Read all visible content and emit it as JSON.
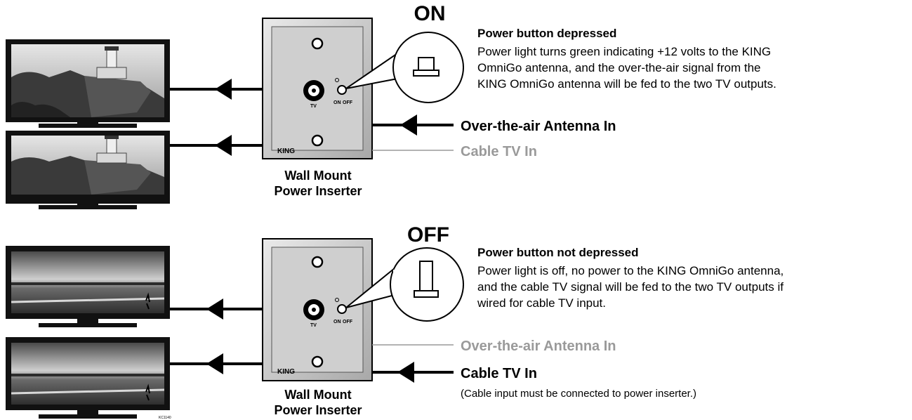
{
  "colors": {
    "line_active": "#000000",
    "line_inactive": "#9a9a9a",
    "plate_fill": "#d0d0d0",
    "plate_inner": "#b7b7b7",
    "screen_bg": "#6b6b6b"
  },
  "panel_on": {
    "state_label": "ON",
    "heading": "Power button depressed",
    "description_lines": [
      "Power light turns green indicating +12 volts to the KING",
      "OmniGo antenna, and the over-the-air signal from the",
      "KING OmniGo antenna will be fed to the two TV outputs."
    ],
    "input_active": "Over-the-air Antenna In",
    "input_inactive": "Cable TV In",
    "plate_caption_line1": "Wall Mount",
    "plate_caption_line2": "Power Inserter",
    "plate_brand": "KING",
    "jack_label": "TV",
    "switch_on_label": "ON",
    "switch_off_label": "OFF",
    "tv_scene": "lighthouse-on-cliff"
  },
  "panel_off": {
    "state_label": "OFF",
    "heading": "Power button not depressed",
    "description_lines": [
      "Power light is off, no power to the KING OmniGo antenna,",
      "and the cable TV signal will be fed to the two TV outputs if",
      "wired for cable TV input."
    ],
    "input_inactive": "Over-the-air Antenna In",
    "input_active": "Cable TV In",
    "note": "(Cable input must be connected to power inserter.)",
    "plate_caption_line1": "Wall Mount",
    "plate_caption_line2": "Power Inserter",
    "plate_brand": "KING",
    "jack_label": "TV",
    "switch_on_label": "ON",
    "switch_off_label": "OFF",
    "tv_scene": "sea-horizon-with-figure"
  },
  "figure_code": "KC1140"
}
